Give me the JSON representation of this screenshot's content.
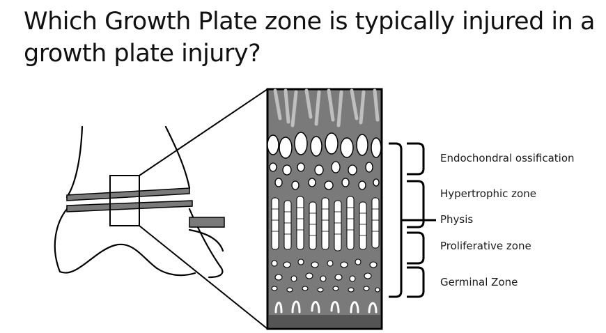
{
  "slide": {
    "title": "Which Growth Plate zone is typically injured in a growth plate injury?"
  },
  "labels": {
    "endochondral": "Endochondral ossification",
    "hypertrophic": "Hypertrophic zone",
    "physis": "Physis",
    "proliferative": "Proliferative zone",
    "germinal": "Germinal Zone"
  },
  "colors": {
    "tissue_gray": "#7a7a7a",
    "outline": "#000000",
    "cell_fill": "#ffffff"
  }
}
